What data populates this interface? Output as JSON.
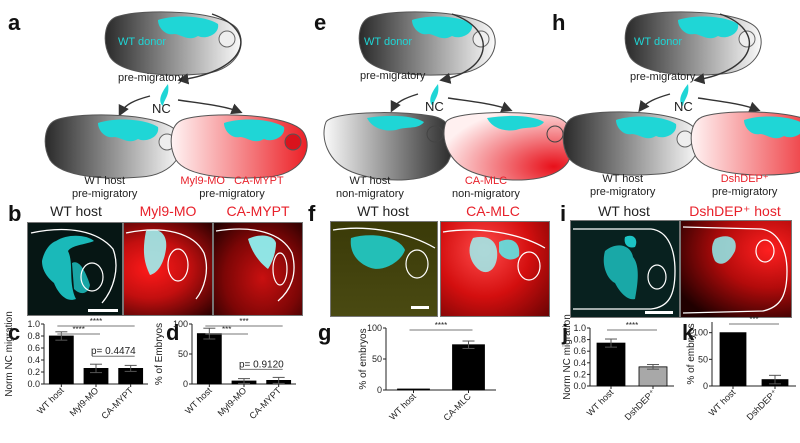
{
  "panels": {
    "a": {
      "letter": "a",
      "donor_label": "WT donor",
      "donor_state": "pre-migratory",
      "nc_label": "NC",
      "host_left_line1": "WT host",
      "host_left_line2": "pre-migratory",
      "host_right_red1": "Myl9-MO",
      "host_right_red2": "CA-MYPT",
      "host_right_line2": "pre-migratory"
    },
    "e": {
      "letter": "e",
      "donor_label": "WT donor",
      "donor_state": "pre-migratory",
      "nc_label": "NC",
      "host_left_line1": "WT host",
      "host_left_line2": "non-migratory",
      "host_right_red1": "CA-MLC",
      "host_right_line2": "non-migratory"
    },
    "h": {
      "letter": "h",
      "donor_label": "WT donor",
      "donor_state": "pre-migratory",
      "nc_label": "NC",
      "host_left_line1": "WT host",
      "host_left_line2": "pre-migratory",
      "host_right_red1": "DshDEP⁺",
      "host_right_line2": "pre-migratory"
    },
    "b": {
      "letter": "b",
      "titles": [
        "WT host",
        "Myl9-MO",
        "CA-MYPT"
      ]
    },
    "f": {
      "letter": "f",
      "titles": [
        "WT host",
        "CA-MLC"
      ]
    },
    "i": {
      "letter": "i",
      "titles": [
        "WT host",
        "DshDEP⁺ host"
      ]
    },
    "c": {
      "letter": "c"
    },
    "d": {
      "letter": "d"
    },
    "g": {
      "letter": "g"
    },
    "j": {
      "letter": "j"
    },
    "k": {
      "letter": "k"
    }
  },
  "colors": {
    "cyan": "#1fd6d6",
    "red": "#e8202a",
    "bar": "#000000",
    "bar_gray": "#a8a8a8"
  },
  "chart_data": [
    {
      "id": "c",
      "type": "bar",
      "ylabel": "Norm NC migration",
      "ylim": [
        0,
        1.0
      ],
      "yticks": [
        "0.0",
        "0.2",
        "0.4",
        "0.6",
        "0.8",
        "1.0"
      ],
      "categories": [
        "WT host",
        "Myl9-MO",
        "CA-MYPT"
      ],
      "values": [
        0.8,
        0.26,
        0.26
      ],
      "errors": [
        0.07,
        0.07,
        0.05
      ],
      "bar_colors": [
        "#000",
        "#000",
        "#000"
      ],
      "annotations": [
        {
          "from": 0,
          "to": 1,
          "text": "****"
        },
        {
          "from": 0,
          "to": 2,
          "text": "****"
        },
        {
          "from": 1,
          "to": 2,
          "text": "p= 0.4474"
        }
      ]
    },
    {
      "id": "d",
      "type": "bar",
      "ylabel": "% of Embryos",
      "ylim": [
        0,
        100
      ],
      "yticks": [
        "0",
        "50",
        "100"
      ],
      "categories": [
        "WT host",
        "Myl9-MO",
        "CA-MYPT"
      ],
      "values": [
        84,
        5,
        6
      ],
      "errors": [
        9,
        4,
        5
      ],
      "bar_colors": [
        "#000",
        "#000",
        "#000"
      ],
      "annotations": [
        {
          "from": 0,
          "to": 1,
          "text": "***"
        },
        {
          "from": 0,
          "to": 2,
          "text": "***"
        },
        {
          "from": 1,
          "to": 2,
          "text": "p= 0.9120"
        }
      ]
    },
    {
      "id": "g",
      "type": "bar",
      "ylabel": "% of embryos",
      "ylim": [
        0,
        100
      ],
      "yticks": [
        "0",
        "50",
        "100"
      ],
      "categories": [
        "WT host",
        "CA-MLC"
      ],
      "values": [
        0,
        73
      ],
      "errors": [
        0,
        6
      ],
      "bar_colors": [
        "#000",
        "#000"
      ],
      "annotations": [
        {
          "from": 0,
          "to": 1,
          "text": "****"
        }
      ]
    },
    {
      "id": "j",
      "type": "bar",
      "ylabel": "Norm NC migration",
      "ylim": [
        0,
        1.0
      ],
      "yticks": [
        "0.0",
        "0.2",
        "0.4",
        "0.6",
        "0.8",
        "1.0"
      ],
      "categories": [
        "WT host",
        "DshDEP⁺"
      ],
      "values": [
        0.74,
        0.33
      ],
      "errors": [
        0.07,
        0.04
      ],
      "bar_colors": [
        "#000",
        "#a8a8a8"
      ],
      "annotations": [
        {
          "from": 0,
          "to": 1,
          "text": "****"
        }
      ]
    },
    {
      "id": "k",
      "type": "bar",
      "ylabel": "% of embryos",
      "ylim": [
        0,
        120
      ],
      "yticks": [
        "0",
        "50",
        "100"
      ],
      "ytick_values": [
        0,
        50,
        100
      ],
      "categories": [
        "WT host",
        "DshDEP⁺"
      ],
      "values": [
        100,
        12
      ],
      "errors": [
        0,
        8
      ],
      "bar_colors": [
        "#000",
        "#000"
      ],
      "annotations": [
        {
          "from": 0,
          "to": 1,
          "text": "***"
        }
      ]
    }
  ]
}
